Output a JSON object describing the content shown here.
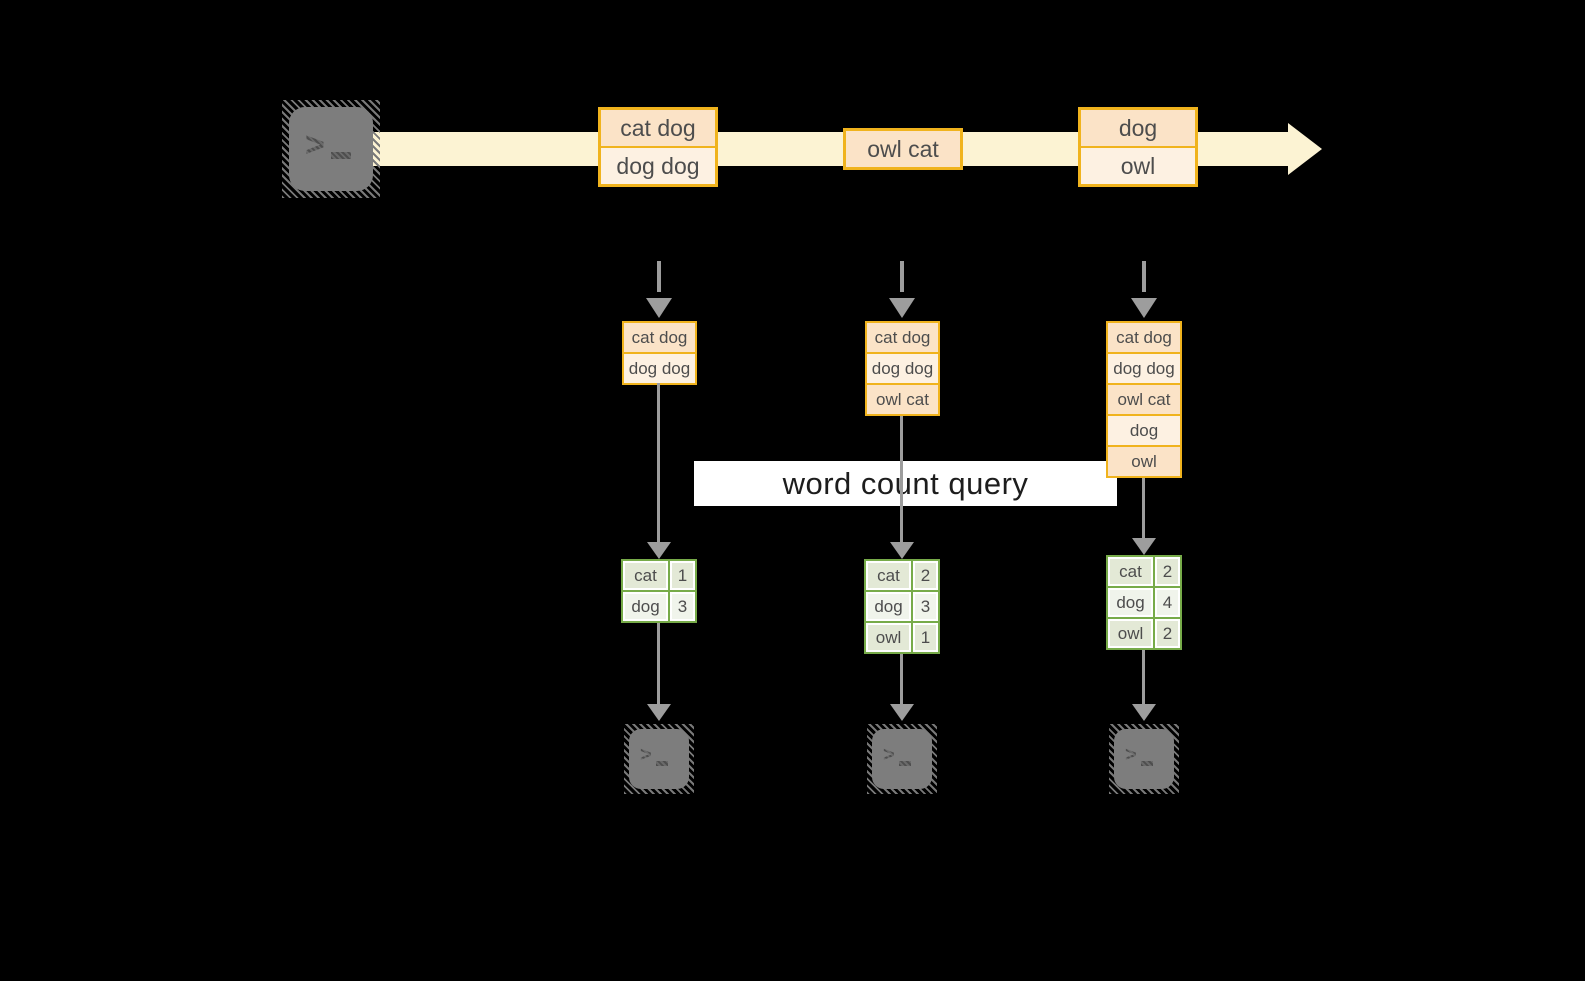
{
  "colors": {
    "bg": "#000000",
    "band": "#fcf3d3",
    "amber": "#f0b31d",
    "peach-dark": "#fbe3c7",
    "peach-light": "#fdf1e2",
    "green": "#77ab49",
    "sage-dark": "#e3e9d6",
    "sage-light": "#f0f4eb",
    "ink": "#4d4d4d",
    "arrow": "#9d9d9d",
    "term-gray": "#7d7d7d",
    "term-ink": "#4e4e4e",
    "query-bg": "#ffffff",
    "query-ink": "#1d1d1d"
  },
  "query_label": "word count query",
  "prompt_symbol": ">",
  "stream": {
    "events": [
      {
        "lines": [
          "cat dog",
          "dog dog"
        ]
      },
      {
        "lines": [
          "owl cat"
        ]
      },
      {
        "lines": [
          "dog",
          "owl"
        ]
      }
    ]
  },
  "columns": [
    {
      "buffer": [
        "cat dog",
        "dog dog"
      ],
      "counts": [
        {
          "word": "cat",
          "count": "1"
        },
        {
          "word": "dog",
          "count": "3"
        }
      ]
    },
    {
      "buffer": [
        "cat dog",
        "dog dog",
        "owl cat"
      ],
      "counts": [
        {
          "word": "cat",
          "count": "2"
        },
        {
          "word": "dog",
          "count": "3"
        },
        {
          "word": "owl",
          "count": "1"
        }
      ]
    },
    {
      "buffer": [
        "cat dog",
        "dog dog",
        "owl cat",
        "dog",
        "owl"
      ],
      "counts": [
        {
          "word": "cat",
          "count": "2"
        },
        {
          "word": "dog",
          "count": "4"
        },
        {
          "word": "owl",
          "count": "2"
        }
      ]
    }
  ]
}
